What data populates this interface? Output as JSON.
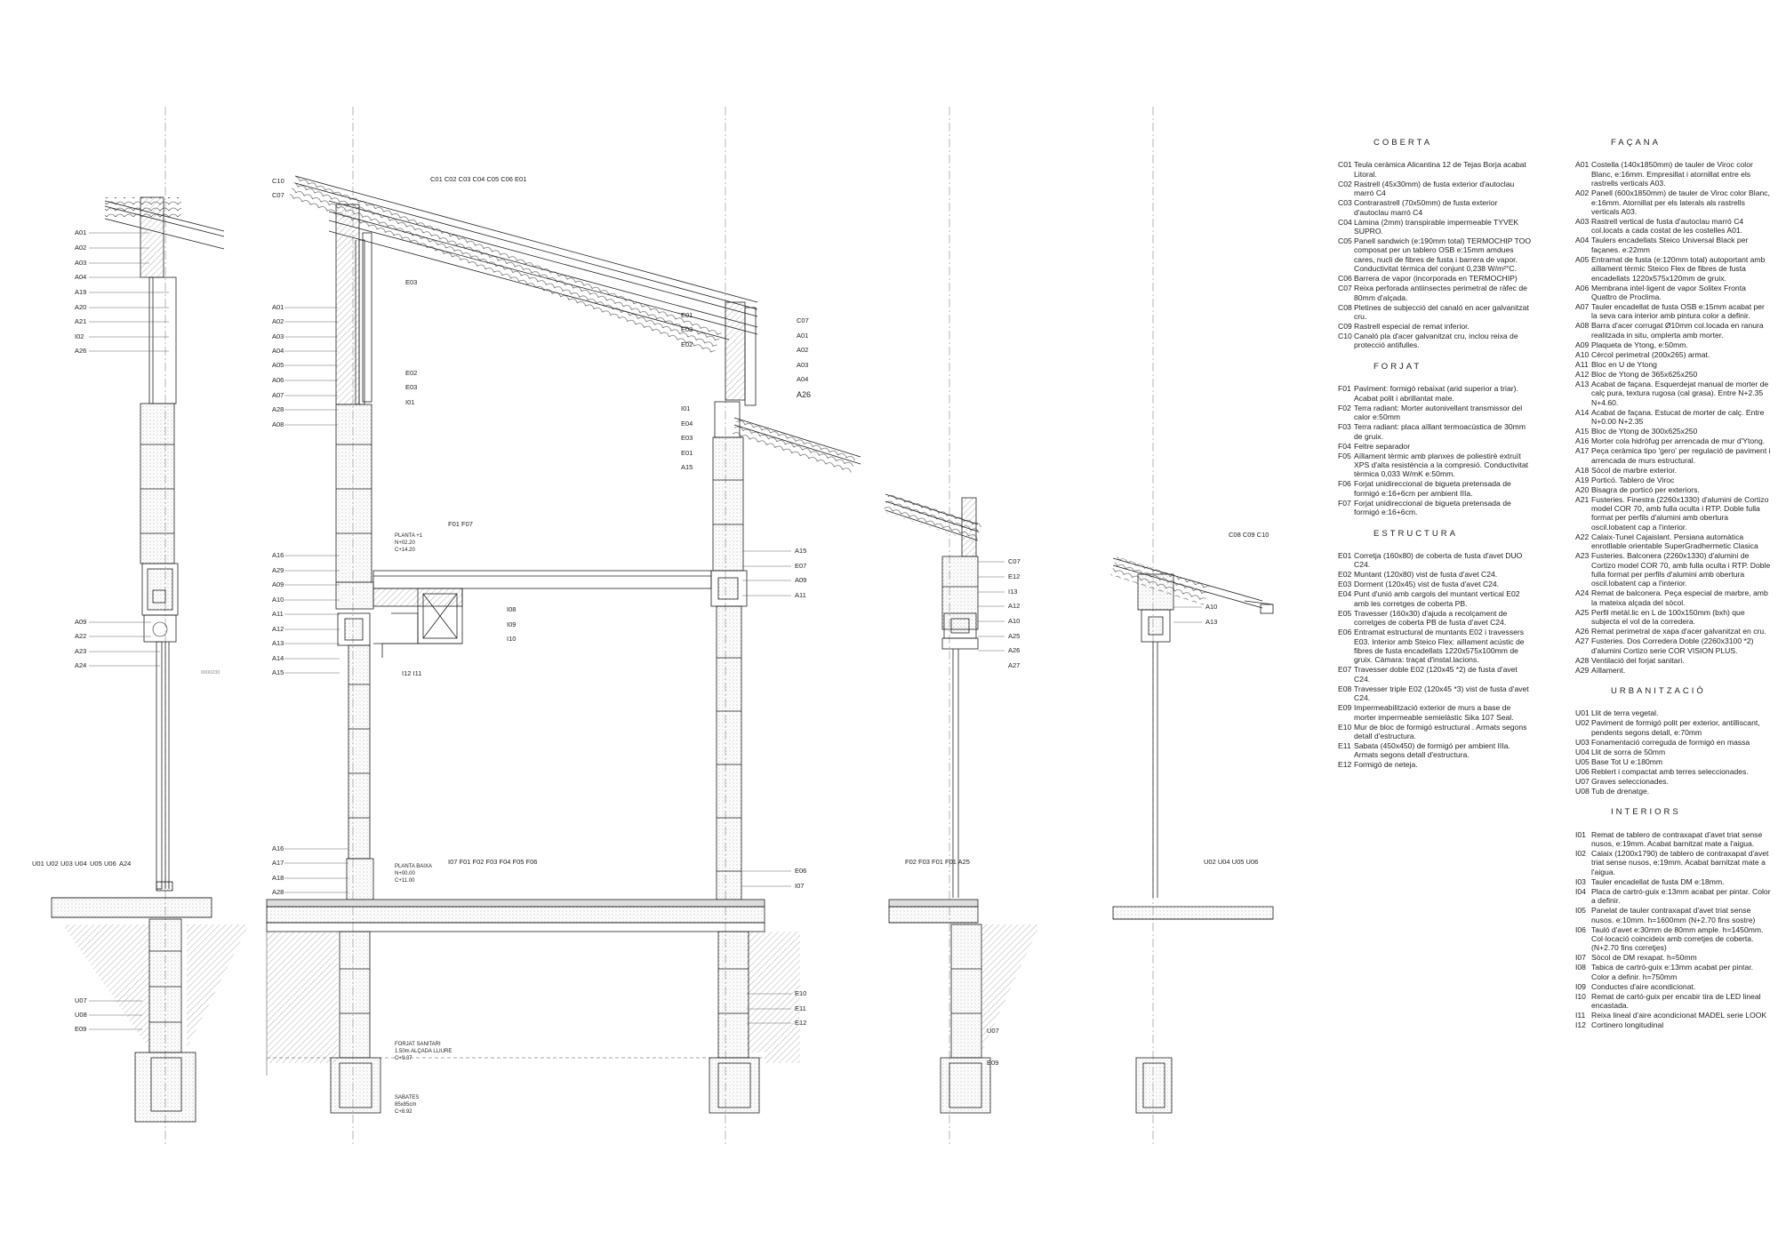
{
  "section_labels": {
    "s1_left": [
      "A01",
      "A02",
      "A03",
      "A04",
      "A19",
      "A20",
      "A21",
      "I02",
      "A26"
    ],
    "s1_mid": [
      "A09",
      "A22",
      "A23",
      "A24"
    ],
    "s1_ground": [
      "U01",
      "U02",
      "U03",
      "U04",
      "U05",
      "U06",
      "A24"
    ],
    "s1_found": [
      "U07",
      "U08",
      "E09"
    ],
    "s1_vert_note": "0000230",
    "s2_roof_top": [
      "C10",
      "C07"
    ],
    "s2_roof_run": "C01 C02 C03 C04 C05 C06 E01",
    "s2_left_upper": [
      "A01",
      "A02",
      "A03",
      "A04",
      "A05",
      "A06",
      "A07",
      "A28",
      "A08"
    ],
    "s2_inner": [
      "E03",
      "E02",
      "E03",
      "I01"
    ],
    "s2_left_lower": [
      "A16",
      "A29",
      "A09",
      "A10",
      "A11",
      "A12",
      "A13",
      "A14",
      "A15"
    ],
    "s2_left_bottom": [
      "A16",
      "A17",
      "A18",
      "A28"
    ],
    "s2_right_top_l": [
      "E01",
      "E03",
      "E02"
    ],
    "s2_right_top_r": [
      "C07",
      "A01",
      "A02",
      "A03",
      "A04",
      "A26"
    ],
    "s2_right_mid_l": [
      "I01",
      "E04",
      "E03",
      "E01",
      "A15"
    ],
    "s2_right_mid_r": [
      "A15",
      "E07",
      "A09",
      "A11"
    ],
    "s2_right_bottom": [
      "E06",
      "I07"
    ],
    "s2_right_found": [
      "E10",
      "E11",
      "E12"
    ],
    "s2_interior": [
      "I08",
      "I09",
      "I10"
    ],
    "s2_interior_b": "I12    I11",
    "s2_floor_top": "F01  F07",
    "s2_floor_bottom": "I07   F01   F02   F03   F04   F05   F06",
    "s2_planta1": [
      "PLANTA +1",
      "N+02.20",
      "C+14.20"
    ],
    "s2_plantabaixa": [
      "PLANTA BAIXA",
      "N+00.00",
      "C+11.00"
    ],
    "s2_forjat": [
      "FORJAT SANITARI",
      "1.50m ALÇADA LLIURE",
      "C+9.37"
    ],
    "s2_sabates": [
      "SABATES",
      "85x85cm",
      "C+8.92"
    ],
    "s3_labels": [
      "C07",
      "E12",
      "I13",
      "A12",
      "A10",
      "A25",
      "A26",
      "A27"
    ],
    "s3_ground": "F02  F03  F01  F01  A25",
    "s3_found": [
      "U07",
      "E09"
    ],
    "s4_top": "C08 C09 C10",
    "s4_labels": [
      "A10",
      "A13"
    ],
    "s4_ground": "U02  U04  U05  U06",
    "legend_col1": [
      {
        "title": "COBERTA",
        "items": [
          {
            "code": "C01",
            "text": "Teula ceràmica Alicantina 12 de Tejas Borja acabat Litoral."
          },
          {
            "code": "C02",
            "text": "Rastrell (45x30mm) de fusta exterior d'autoclau marró C4"
          },
          {
            "code": "C03",
            "text": "Contrarastrell (70x50mm) de fusta exterior d'autoclau marró C4"
          },
          {
            "code": "C04",
            "text": "Làmina (2mm) transpirable impermeable TYVEK SUPRO."
          },
          {
            "code": "C05",
            "text": "Panell sandwich (e:190mm total) TERMOCHIP TOO composat per un tablero OSB  e:15mm amdues cares, nucli de fibres de fusta i barrera de vapor. Conductivitat tèrmica del conjunt 0,238 W/m²°C."
          },
          {
            "code": "C06",
            "text": "Barrera de vapor (incorporada en TERMOCHIP)"
          },
          {
            "code": "C07",
            "text": "Reixa perforada antiinsectes perimetral de ràfec de 80mm d'alçada."
          },
          {
            "code": "C08",
            "text": "Pletines de subjecció del canaló en acer galvanitzat cru."
          },
          {
            "code": "C09",
            "text": "Rastrell especial de remat inferior."
          },
          {
            "code": "C10",
            "text": "Canaló pla d'acer galvanitzat cru, inclou reixa de protecció antifulles."
          }
        ]
      },
      {
        "title": "FORJAT",
        "items": [
          {
            "code": "F01",
            "text": "Paviment: formigó rebaixat (arid superior a triar). Acabat polit i abrillantat mate."
          },
          {
            "code": "F02",
            "text": "Terra radiant: Morter autonivellant transmissor del calor e:50mm"
          },
          {
            "code": "F03",
            "text": "Terra radiant: placa aïllant termoacústica de 30mm de gruix."
          },
          {
            "code": "F04",
            "text": "Feltre separador"
          },
          {
            "code": "F05",
            "text": "Aïllament tèrmic amb planxes de poliestirè extruït XPS d'alta resistència a la compresió. Conductivitat tèrmica 0,033 W/mK e:50mm."
          },
          {
            "code": "F06",
            "text": "Forjat unidireccional de bigueta pretensada de formigó e:16+6cm per ambient IIIa."
          },
          {
            "code": "F07",
            "text": "Forjat unidireccional de bigueta pretensada de formigó e:16+6cm."
          }
        ]
      },
      {
        "title": "ESTRUCTURA",
        "items": [
          {
            "code": "E01",
            "text": "Corretja (160x80) de coberta de fusta d'avet DUO C24."
          },
          {
            "code": "E02",
            "text": "Muntant (120x80) vist de fusta d'avet C24."
          },
          {
            "code": "E03",
            "text": "Dorment (120x45) vist de fusta d'avet C24."
          },
          {
            "code": "E04",
            "text": "Punt d'unió amb cargols del muntant vertical E02 amb les corretges de coberta PB."
          },
          {
            "code": "E05",
            "text": "Travesser (160x30) d'ajuda a recolçament de corretges de coberta PB de fusta d'avet C24."
          },
          {
            "code": "E06",
            "text": "Entramat estructural de muntants E02 i travessers E03. Interior amb Steico Flex: aïllament acústic de fibres de fusta encadellats 1220x575x100mm de gruix. Càmara: traçat d'instal.lacions."
          },
          {
            "code": "E07",
            "text": "Travesser doble E02 (120x45 *2) de fusta d'avet C24."
          },
          {
            "code": "E08",
            "text": "Travesser triple E02 (120x45 *3) vist de fusta d'avet C24."
          },
          {
            "code": "E09",
            "text": "Impermeabilització exterior de murs a base de morter impermeable semielàstic Sika 107 Seal."
          },
          {
            "code": "E10",
            "text": "Mur de bloc de formigó estructural . Armats segons detall d'estructura."
          },
          {
            "code": "E11",
            "text": "Sabata (450x450) de formigó per ambient IIIa. Armats segons detall d'estructura."
          },
          {
            "code": "E12",
            "text": "Formigó de neteja."
          }
        ]
      }
    ],
    "legend_col2": [
      {
        "title": "FAÇANA",
        "items": [
          {
            "code": "A01",
            "text": "Costella (140x1850mm) de tauler de Viroc color Blanc, e:16mm. Empresillat i atornillat entre els rastrells verticals A03."
          },
          {
            "code": "A02",
            "text": "Panell (600x1850mm) de tauler de Viroc color Blanc, e:16mm. Atornillat per els laterals als rastrells verticals A03."
          },
          {
            "code": "A03",
            "text": "Rastrell vertical de fusta d'autoclau marró C4 col.locats a cada costat de les costelles A01."
          },
          {
            "code": "A04",
            "text": "Taulers encadellats Steico Universal Black per façanes. e:22mm"
          },
          {
            "code": "A05",
            "text": "Entramat de fusta (e:120mm total) autoportant amb aïllament tèrmic Steico Flex de fibres de fusta encadellats 1220x575x120mm de gruix."
          },
          {
            "code": "A06",
            "text": "Membrana intel·ligent de vapor Solitex Fronta Quattro de Proclima."
          },
          {
            "code": "A07",
            "text": "Tauler encadellat de fusta OSB  e:15mm acabat per la seva cara interior amb pintura color a definir."
          },
          {
            "code": "A08",
            "text": "Barra d'acer corrugat Ø10mm col.locada en ranura realitzada in situ, omplerta amb morter."
          },
          {
            "code": "A09",
            "text": "Plaqueta de Ytong, e:50mm."
          },
          {
            "code": "A10",
            "text": "Cèrcol perimetral (200x265) armat."
          },
          {
            "code": "A11",
            "text": "Bloc en U de Ytong"
          },
          {
            "code": "A12",
            "text": "Bloc de Ytong de 365x625x250"
          },
          {
            "code": "A13",
            "text": "Acabat de façana. Esquerdejat manual de morter de calç pura, textura rugosa (cal grasa). Entre N+2.35 N+4.60."
          },
          {
            "code": "A14",
            "text": "Acabat de façana. Estucat de morter de calç. Entre N+0.00 N+2.35"
          },
          {
            "code": "A15",
            "text": "Bloc de Ytong de 300x625x250"
          },
          {
            "code": "A16",
            "text": "Morter cola hidròfug per arrencada de mur d'Ytong."
          },
          {
            "code": "A17",
            "text": "Peça ceràmica tipo 'gero' per regulació de paviment i arrencada de murs estructural."
          },
          {
            "code": "A18",
            "text": "Sòcol de marbre exterior."
          },
          {
            "code": "A19",
            "text": "Porticó. Tablero de Viroc"
          },
          {
            "code": "A20",
            "text": "Bisagra de porticó per exteriors."
          },
          {
            "code": "A21",
            "text": "Fusteries. Finestra (2260x1330) d'alumini de Cortizo model COR 70, amb fulla oculta i RTP. Doble fulla format per perfils d'alumini amb obertura oscil.lobatent cap a l'interior."
          },
          {
            "code": "A22",
            "text": "Calaix-Tunel Cajaislant. Persiana automàtica enrotllable orientable SuperGradhermetic Clasica"
          },
          {
            "code": "A23",
            "text": "Fusteries. Balconera (2260x1330) d'alumini de Cortizo model COR 70, amb fulla oculta i RTP. Doble fulla format per perfils d'alumini amb obertura oscil.lobatent cap a l'interior."
          },
          {
            "code": "A24",
            "text": "Remat de balconera. Peça especial de marbre, amb la mateixa alçada del sòcol."
          },
          {
            "code": "A25",
            "text": "Perfil metàl.lic en L de 100x150mm (bxh) que subjecta el vol de la corredera."
          },
          {
            "code": "A26",
            "text": "Remat perimetral de xapa d'acer galvanitzat en cru."
          },
          {
            "code": "A27",
            "text": "Fusteries. Dos Corredera Doble (2260x3100 *2) d'alumini Cortizo serie COR VISION PLUS."
          },
          {
            "code": "A28",
            "text": "Ventilació del forjat sanitari."
          },
          {
            "code": "A29",
            "text": "Aïllament."
          }
        ]
      },
      {
        "title": "URBANITZACIÓ",
        "items": [
          {
            "code": "U01",
            "text": "Llit de terra vegetal."
          },
          {
            "code": "U02",
            "text": "Paviment de formigó polit per exterior, antilliscant, pendents segons detall, e:70mm"
          },
          {
            "code": "U03",
            "text": "Fonamentació correguda de formigó en massa"
          },
          {
            "code": "U04",
            "text": "Llit de sorra de 50mm"
          },
          {
            "code": "U05",
            "text": "Base Tot U e:180mm"
          },
          {
            "code": "U06",
            "text": "Reblert i compactat amb terres seleccionades."
          },
          {
            "code": "U07",
            "text": "Graves seleccionades."
          },
          {
            "code": "U08",
            "text": "Tub de drenatge."
          }
        ]
      },
      {
        "title": "INTERIORS",
        "items": [
          {
            "code": "I01",
            "text": "Remat de tablero de contraxapat d'avet triat sense nusos, e:19mm.  Acabat barnitzat mate a l'aigua."
          },
          {
            "code": "I02",
            "text": "Calaix (1200x1790) de tablero de contraxapat d'avet triat sense nusos, e:19mm.  Acabat barnitzat mate a l'aigua."
          },
          {
            "code": "I03",
            "text": "Tauler encadellat de fusta DM e:18mm."
          },
          {
            "code": "I04",
            "text": "Placa de cartró-guix e:13mm acabat per pintar. Color a definir."
          },
          {
            "code": "I05",
            "text": "Panelat de tauler contraxapat d'avet triat sense nusos. e:10mm. h=1600mm (N+2.70 fins sostre)"
          },
          {
            "code": "I06",
            "text": "Tauló d'avet e:30mm de 80mm ample. h=1450mm. Col·locació coincideix amb corretjes de coberta. (N+2.70 fins corretjes)"
          },
          {
            "code": "I07",
            "text": "Sòcol de DM rexapat. h=50mm"
          },
          {
            "code": "I08",
            "text": "Tabica de cartró-guix e:13mm acabat per pintar. Color a definir. h=750mm"
          },
          {
            "code": "I09",
            "text": "Conductes d'aire acondicionat."
          },
          {
            "code": "I10",
            "text": "Remat de cartó-guix per encabir tira de LED lineal encastada."
          },
          {
            "code": "I11",
            "text": "Reixa lineal d'aire acondicionat MADEL serie LOOK"
          },
          {
            "code": "I12",
            "text": "Cortinero longitudinal"
          }
        ]
      }
    ]
  }
}
